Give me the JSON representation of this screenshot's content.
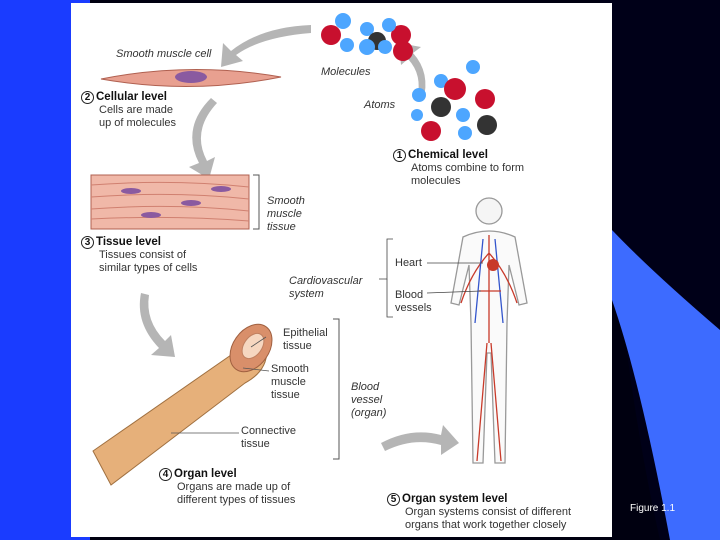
{
  "caption": "Figure 1.1",
  "labels": {
    "smooth_muscle_cell": "Smooth muscle cell",
    "molecules": "Molecules",
    "atoms": "Atoms",
    "smooth_muscle_tissue": [
      "Smooth",
      "muscle",
      "tissue"
    ],
    "cardiovascular_system": [
      "Cardiovascular",
      "system"
    ],
    "heart": "Heart",
    "blood_vessels": [
      "Blood",
      "vessels"
    ],
    "epithelial_tissue": [
      "Epithelial",
      "tissue"
    ],
    "organ_smooth_muscle": [
      "Smooth",
      "muscle",
      "tissue"
    ],
    "blood_vessel_organ": [
      "Blood",
      "vessel",
      "(organ)"
    ],
    "connective_tissue": [
      "Connective",
      "tissue"
    ]
  },
  "levels": [
    {
      "number": "1",
      "title": "Chemical level",
      "desc": [
        "Atoms combine to form",
        "molecules"
      ]
    },
    {
      "number": "2",
      "title": "Cellular level",
      "desc": [
        "Cells are made",
        "up of molecules"
      ]
    },
    {
      "number": "3",
      "title": "Tissue level",
      "desc": [
        "Tissues consist of",
        "similar types of cells"
      ]
    },
    {
      "number": "4",
      "title": "Organ level",
      "desc": [
        "Organs are made up of",
        "different types of tissues"
      ]
    },
    {
      "number": "5",
      "title": "Organ system level",
      "desc": [
        "Organ systems consist of different",
        "organs that work together closely"
      ]
    }
  ],
  "colors": {
    "slide_blue": "#1a3cff",
    "slide_light_blue": "#3d6bff",
    "atom_red": "#c8102e",
    "atom_blue": "#4da6ff",
    "atom_black": "#222222",
    "muscle_pink": "#e8a090",
    "vessel_red": "#c83a2a",
    "arrow_gray": "#b0b0b0"
  }
}
